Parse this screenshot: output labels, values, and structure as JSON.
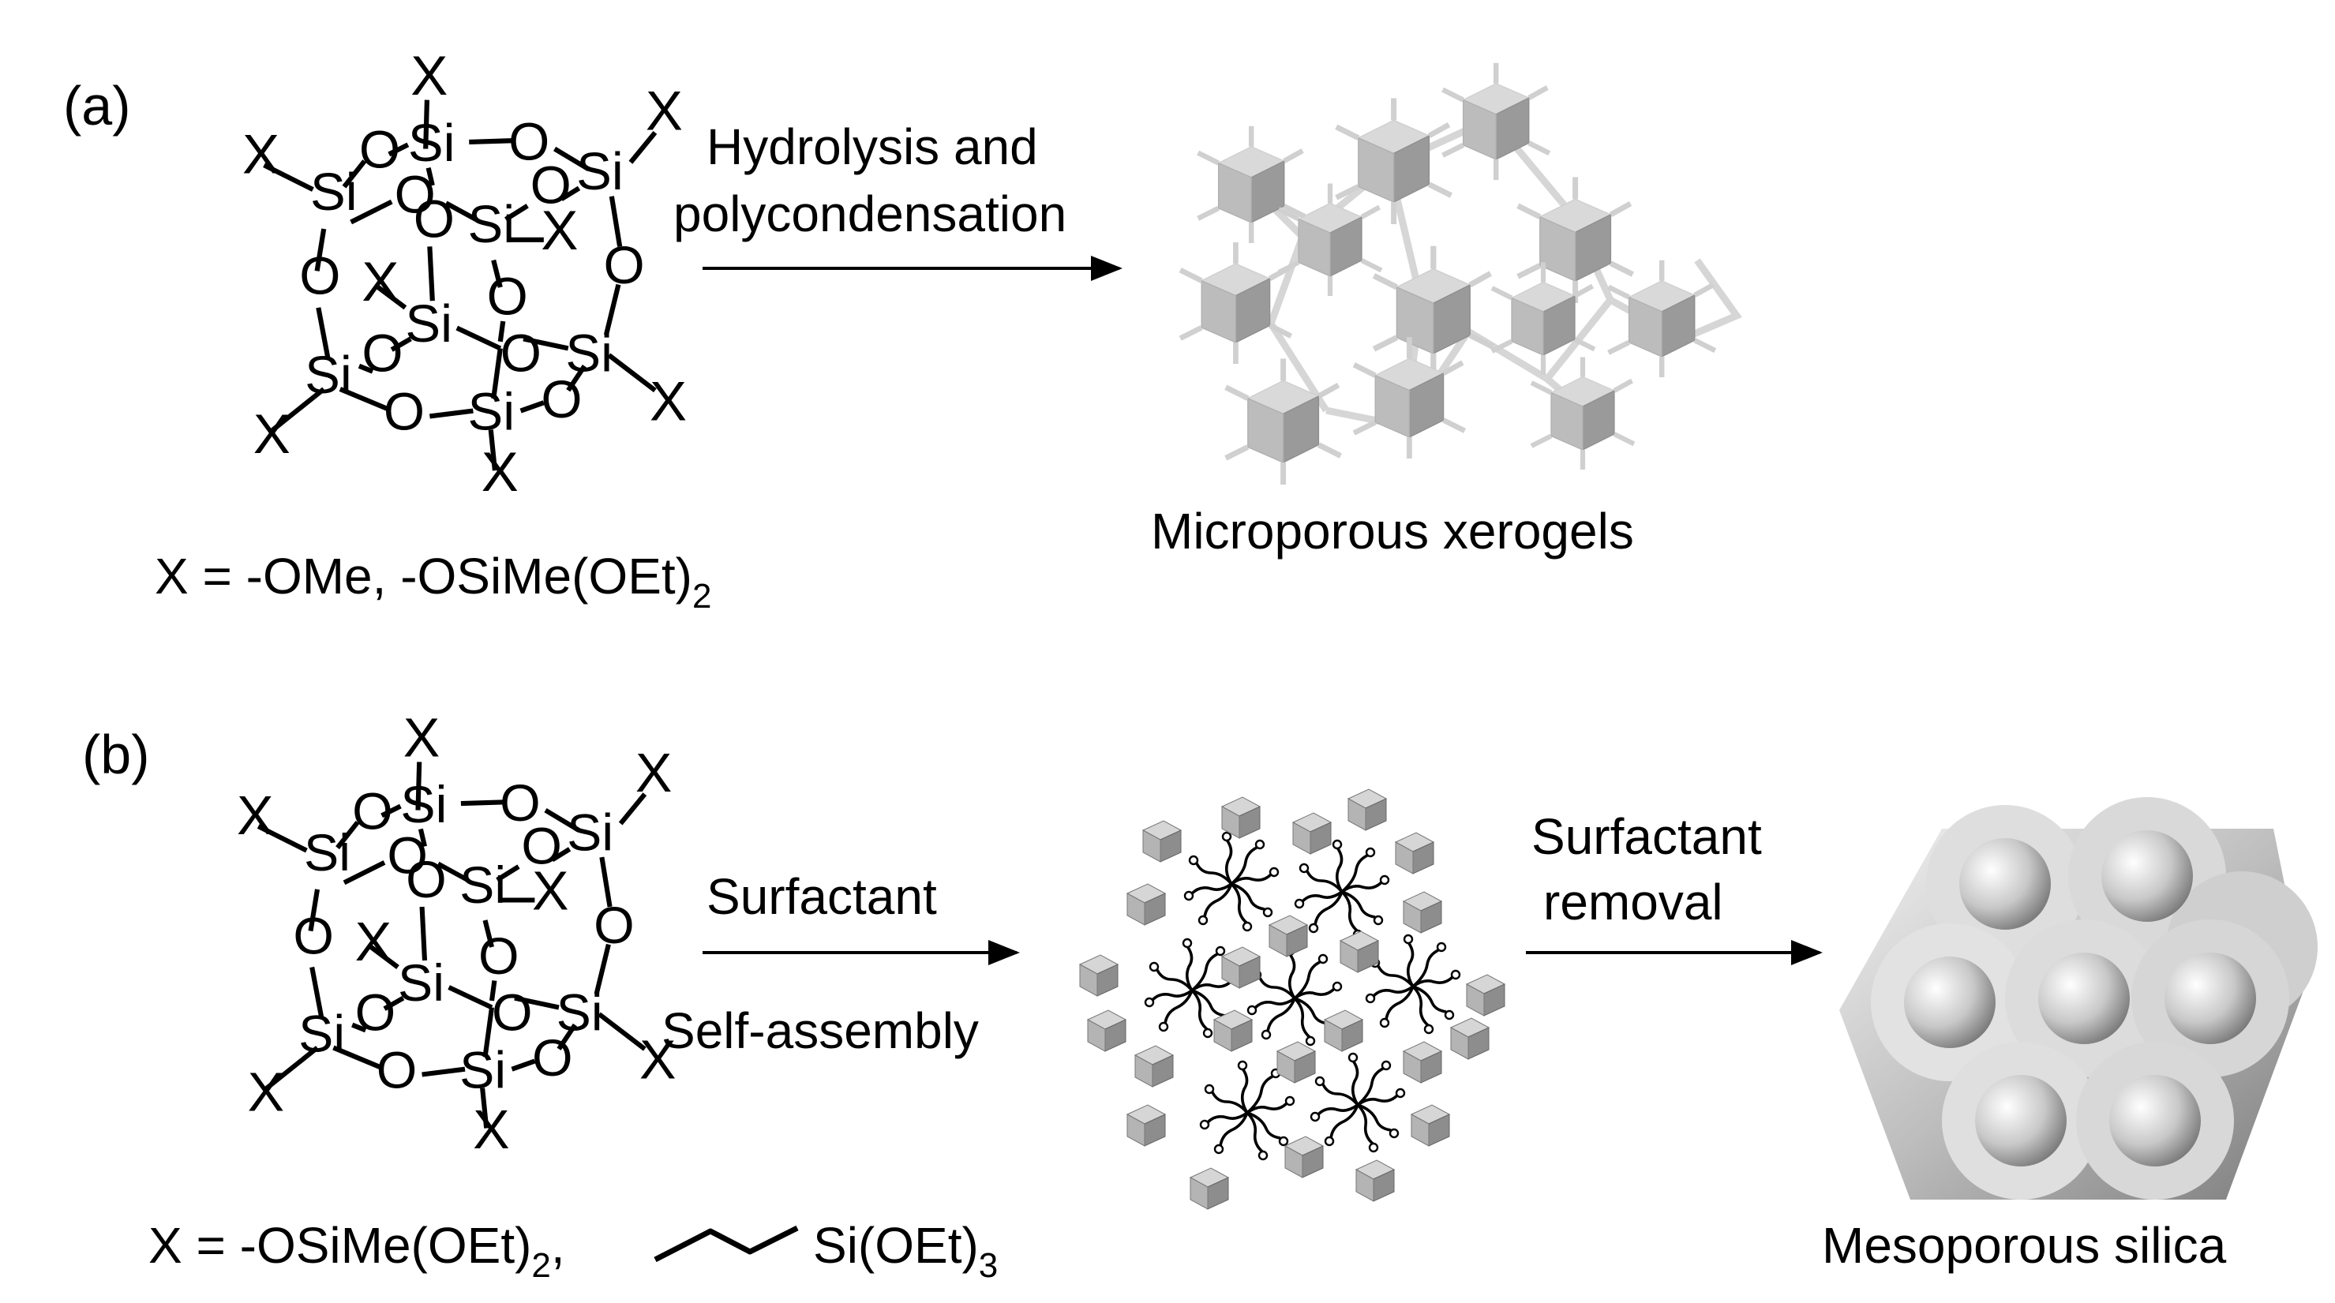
{
  "panel_a": {
    "label": "(a)",
    "substituent_prefix": "X = -OMe, -OSiMe(OEt)",
    "substituent_subscript": "2",
    "arrow_line1": "Hydrolysis and",
    "arrow_line2": "polycondensation",
    "product_label": "Microporous xerogels"
  },
  "panel_b": {
    "label": "(b)",
    "substituent_prefix": "X = -OSiMe(OEt)",
    "substituent_subscript": "2",
    "substituent_comma": ",",
    "substituent_end": "Si(OEt)",
    "substituent_end_subscript": "3",
    "arrow1_top": "Surfactant",
    "arrow1_bottom": "Self-assembly",
    "arrow2_line1": "Surfactant",
    "arrow2_line2": "removal",
    "product_label": "Mesoporous silica"
  },
  "cage_atoms": {
    "si": "Si",
    "o": "O",
    "x": "X"
  },
  "colors": {
    "cube_light": "#dcdcdc",
    "cube_mid": "#b4b4b4",
    "cube_dark": "#8e8e8e",
    "tube_light": "#e6e6e6",
    "tube_dark": "#8a8a8a"
  }
}
